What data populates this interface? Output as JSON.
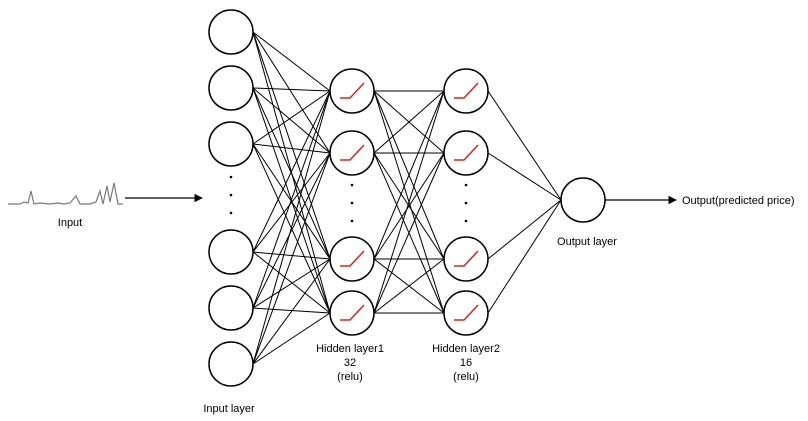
{
  "labels": {
    "input": "Input",
    "input_layer": "Input layer",
    "hidden1_name": "Hidden layer1",
    "hidden1_units": "32",
    "hidden1_activation": "(relu)",
    "hidden2_name": "Hidden layer2",
    "hidden2_units": "16",
    "hidden2_activation": "(relu)",
    "output_layer": "Output layer",
    "output": "Output(predicted price)"
  },
  "colors": {
    "stroke": "#000000",
    "relu": "#e0201c",
    "signal": "#7a7a7a"
  },
  "layers": {
    "input_nodes": 6,
    "hidden1_nodes": 4,
    "hidden2_nodes": 4,
    "output_nodes": 1
  }
}
